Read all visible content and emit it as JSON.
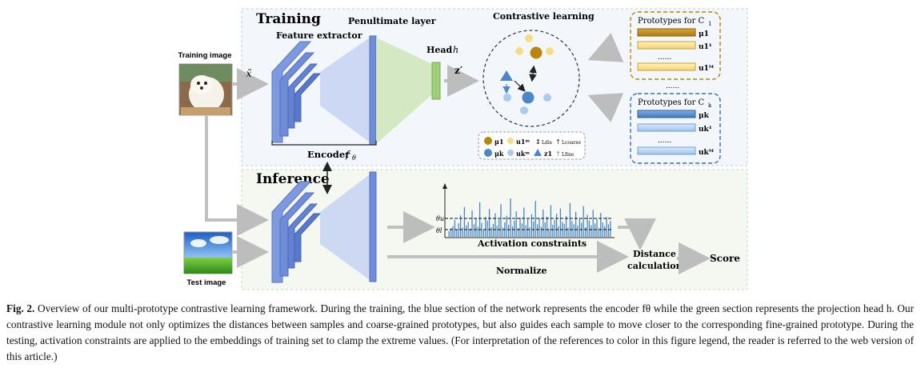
{
  "figure": {
    "training_title": "Training",
    "inference_title": "Inference",
    "training_image_label": "Training image",
    "test_image_label": "Test image",
    "x_tilde": "x̃",
    "feature_extractor": "Feature extractor",
    "penultimate_layer": "Penultimate layer",
    "head_label": "Head",
    "head_symbol": "h",
    "z_prime": "z′",
    "encoder_label": "Encoder",
    "encoder_symbol": "f",
    "encoder_subscript": "θ",
    "contrastive_learning": "Contrastive learning",
    "prototypes_c1": "Prototypes for C",
    "prototypes_c1_sub": "1",
    "prototypes_ck": "Prototypes for C",
    "prototypes_ck_sub": "k",
    "proto_rows_c1": [
      "μ1",
      "u1¹",
      "......",
      "u1ᴹ"
    ],
    "proto_rows_ck": [
      "μk",
      "uk¹",
      "......",
      "ukᴹ"
    ],
    "proto_between": "......",
    "legend": {
      "mu1": "μ1",
      "u1m": "u1ᵐ",
      "mu_k": "μk",
      "ukm": "ukᵐ",
      "z1": "z1",
      "l_dis": "Ldis",
      "l_coarse": "Lcoarse",
      "l_fine": "Lfine"
    },
    "activation_constraints": "Activation constraints",
    "theta_u": "θu",
    "theta_l": "θl",
    "distance_calc_1": "Distance",
    "distance_calc_2": "calculation",
    "normalize": "Normalize",
    "score": "Score",
    "colors": {
      "gold": "#b8860b",
      "gold_light": "#f6dc86",
      "blue": "#4a86c8",
      "blue_light": "#a9cbee",
      "encoder": "#6f8fd6",
      "head": "#a8d08d",
      "panel_bg": "#f4f8fc",
      "arrow_gray": "#c0c0c0"
    },
    "activation_levels": [
      0.12,
      0.18,
      0.22,
      0.35,
      0.15,
      0.28,
      0.45,
      0.19,
      0.62,
      0.24,
      0.31,
      0.17,
      0.55,
      0.26,
      0.38,
      0.21,
      0.72,
      0.29,
      0.16,
      0.41,
      0.33,
      0.58,
      0.2,
      0.27,
      0.49,
      0.23,
      0.36,
      0.68,
      0.19,
      0.3,
      0.44,
      0.25,
      0.8,
      0.22,
      0.34,
      0.53,
      0.18,
      0.4,
      0.28,
      0.61,
      0.24,
      0.37,
      0.2,
      0.47,
      0.32,
      0.75,
      0.26,
      0.39,
      0.21,
      0.57,
      0.3,
      0.42,
      0.17,
      0.66,
      0.25,
      0.35,
      0.48,
      0.22,
      0.59,
      0.31,
      0.27,
      0.43,
      0.19,
      0.7,
      0.33,
      0.26,
      0.52,
      0.23,
      0.38,
      0.29,
      0.64,
      0.2,
      0.46,
      0.34,
      0.24,
      0.56,
      0.28,
      0.37,
      0.18,
      0.5,
      0.3,
      0.22,
      0.41,
      0.26,
      0.33
    ]
  },
  "caption": {
    "label": "Fig. 2.",
    "text": "Overview of our multi-prototype contrastive learning framework. During the training, the blue section of the network represents the encoder fθ while the green section represents the projection head h. Our contrastive learning module not only optimizes the distances between samples and coarse-grained prototypes, but also guides each sample to move closer to the corresponding fine-grained prototype. During the testing, activation constraints are applied to the embeddings of training set to clamp the extreme values. (For interpretation of the references to color in this figure legend, the reader is referred to the web version of this article.)"
  }
}
